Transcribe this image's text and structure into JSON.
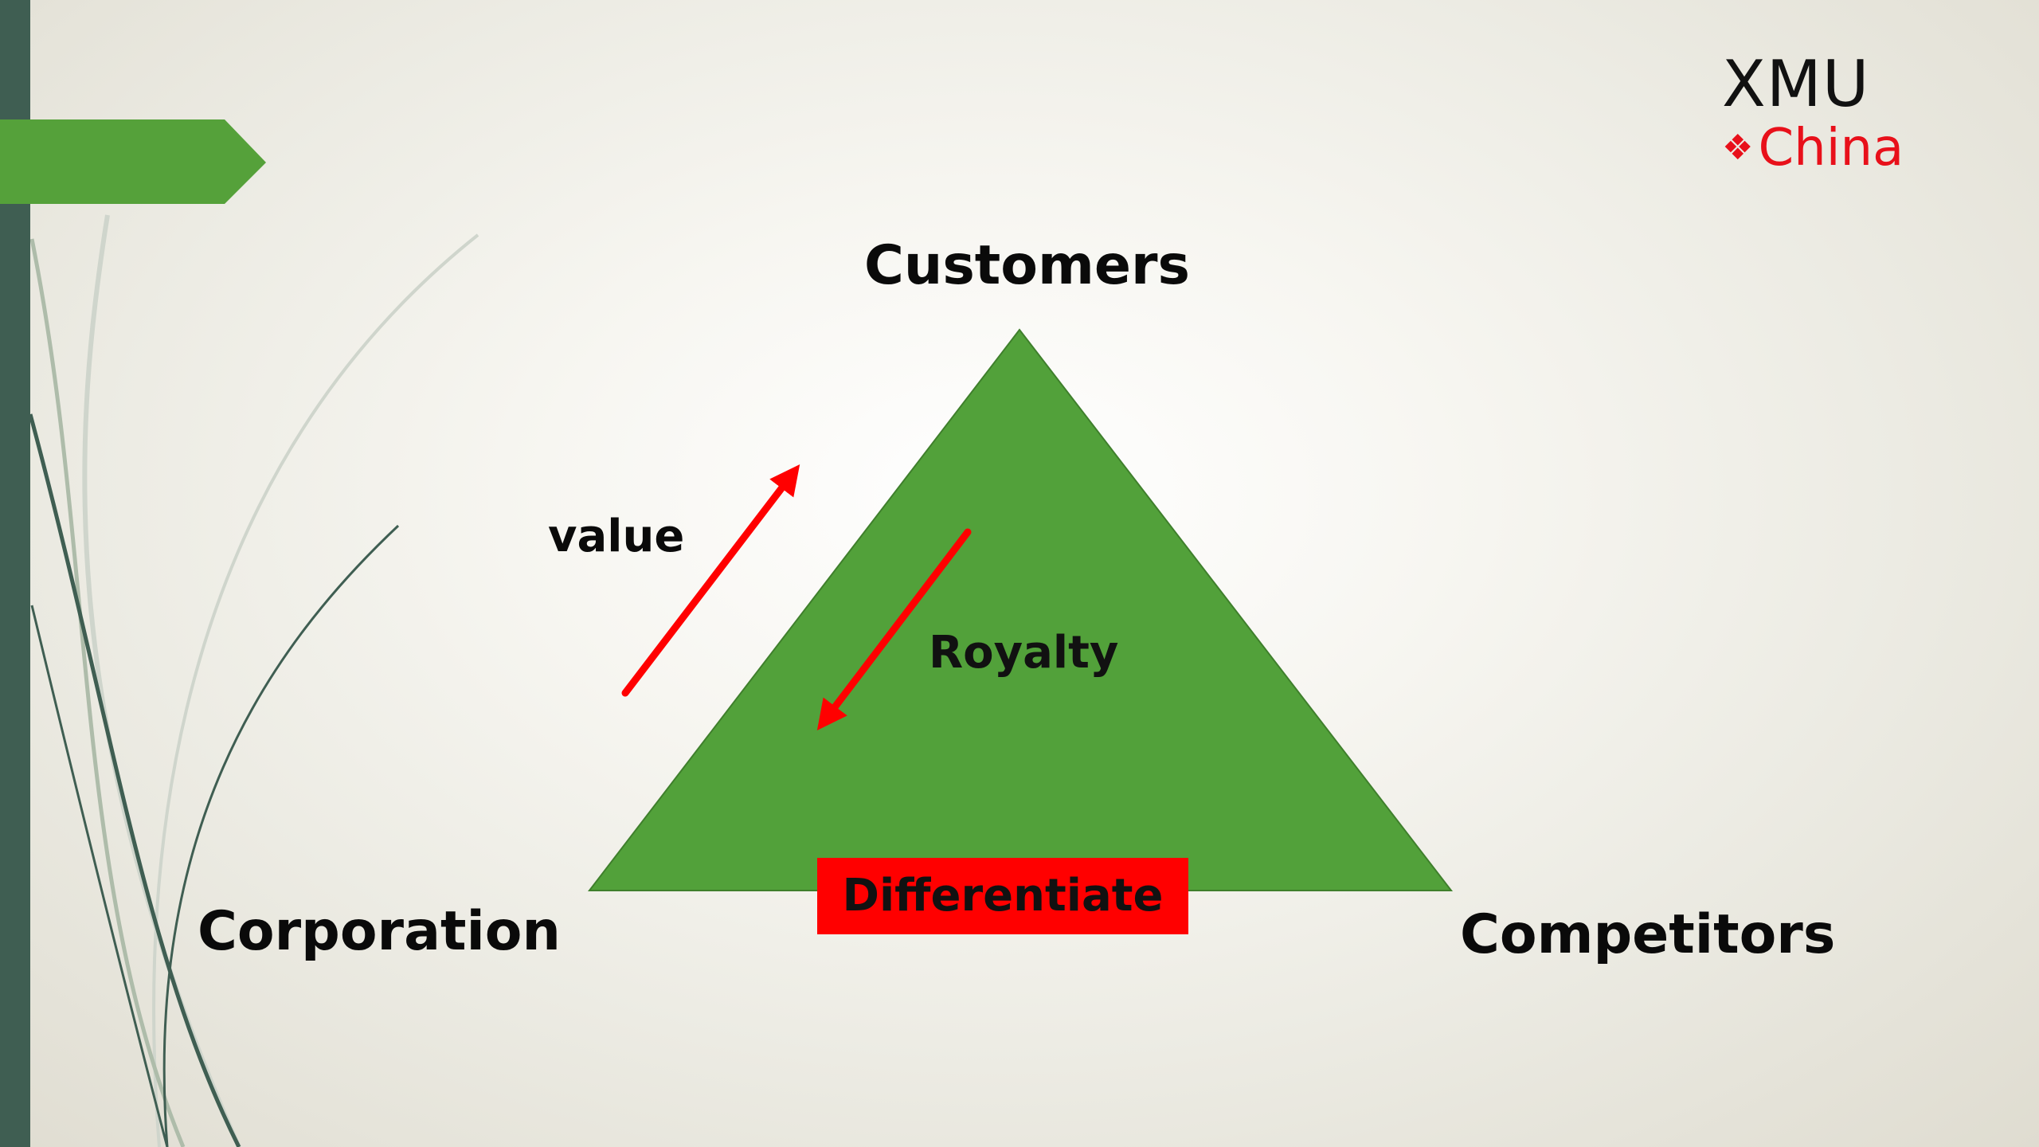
{
  "diagram": {
    "apex_label": "Customers",
    "left_label": "Corporation",
    "right_label": "Competitors",
    "arrow_up_label": "value",
    "arrow_down_label": "Royalty",
    "base_label": "Differentiate"
  },
  "logo": {
    "line1": "XMU",
    "line2_bullet": "❖",
    "line2": "China"
  },
  "colors": {
    "triangle_fill": "#52a13a",
    "triangle_stroke": "#3f7f2c",
    "arrow": "#ff0000",
    "base_box": "#ff0000",
    "side_bar": "#3f5e52",
    "tab": "#55a13a",
    "curves": "#3f5e52",
    "logo_accent": "#e8101a"
  },
  "icons": {
    "arrow_up": "arrow-up-right-icon",
    "arrow_down": "arrow-down-left-icon",
    "logo_bullet": "four-diamond-icon"
  }
}
